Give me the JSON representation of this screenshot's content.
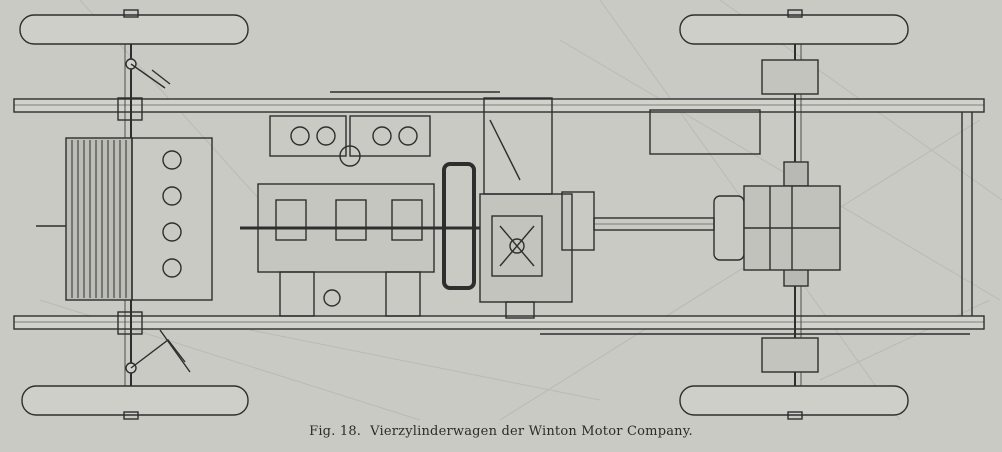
{
  "figure": {
    "number_label": "Fig. 18.",
    "title": "Vierzylinderwagen der Winton Motor Company."
  },
  "colors": {
    "paper": "#cacac4",
    "ink": "#2e2e2e",
    "background_map_lines": "#b5b5b0"
  },
  "drawing": {
    "subject": "chassis plan view",
    "components": [
      "front-axle",
      "rear-axle",
      "front-wheel-left",
      "front-wheel-right",
      "rear-wheel-left",
      "rear-wheel-right",
      "frame-rail-top",
      "frame-rail-bottom",
      "radiator",
      "engine-block",
      "flywheel",
      "gearbox",
      "propeller-shaft",
      "differential",
      "steering-linkage"
    ]
  }
}
